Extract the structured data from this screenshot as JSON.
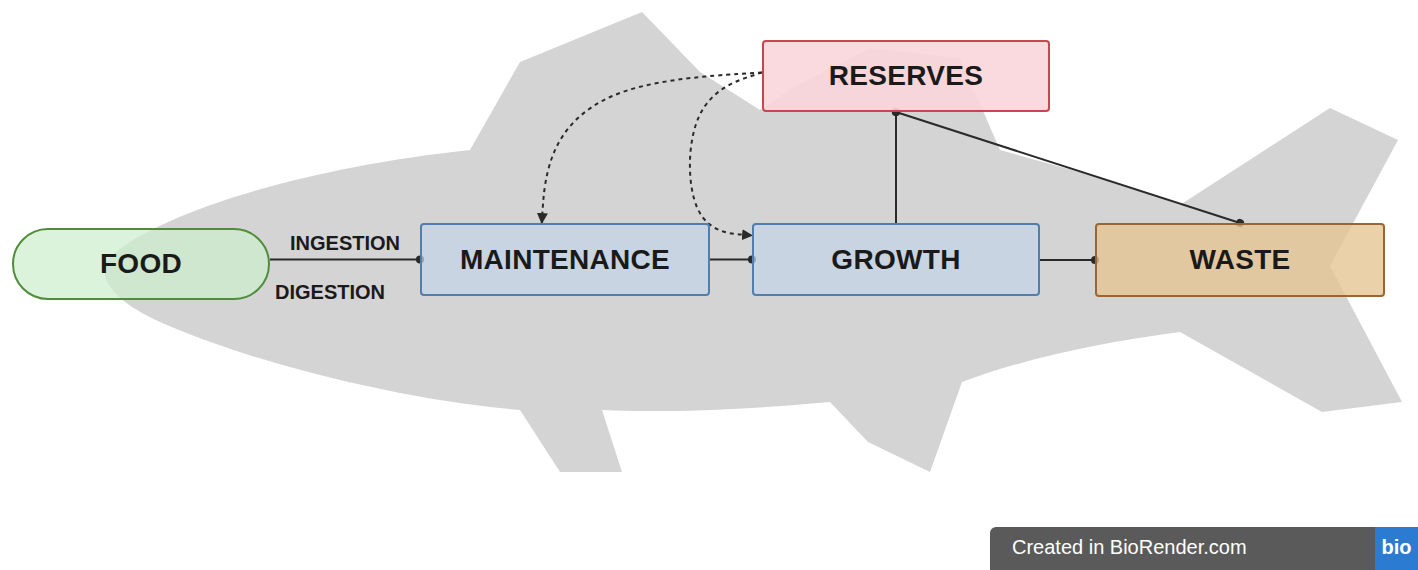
{
  "diagram": {
    "nodes": [
      {
        "text": [
          "RESERVES"
        ]
      },
      {
        "text": [
          "FOOD"
        ]
      },
      {
        "text": [
          "MAINTENANCE"
        ]
      },
      {
        "text": [
          "GROWTH"
        ]
      },
      {
        "text": [
          "WASTE"
        ]
      }
    ],
    "edges": [
      {
        "from": 1,
        "to": 2,
        "arrow": "to",
        "label": "INGESTION"
      },
      {
        "from": 2,
        "to": 3,
        "arrow": "to"
      },
      {
        "from": 3,
        "to": 4,
        "arrow": "to"
      },
      {
        "from": 3,
        "to": 0,
        "arrow": "to"
      },
      {
        "from": 0,
        "to": 4,
        "arrow": "both"
      },
      {
        "from": 0,
        "to": 2,
        "arrow": "to"
      },
      {
        "from": 0,
        "to": 3,
        "arrow": "to"
      }
    ],
    "labels": [
      "DIGESTION",
      "Created in BioRender.com",
      "bio"
    ]
  }
}
